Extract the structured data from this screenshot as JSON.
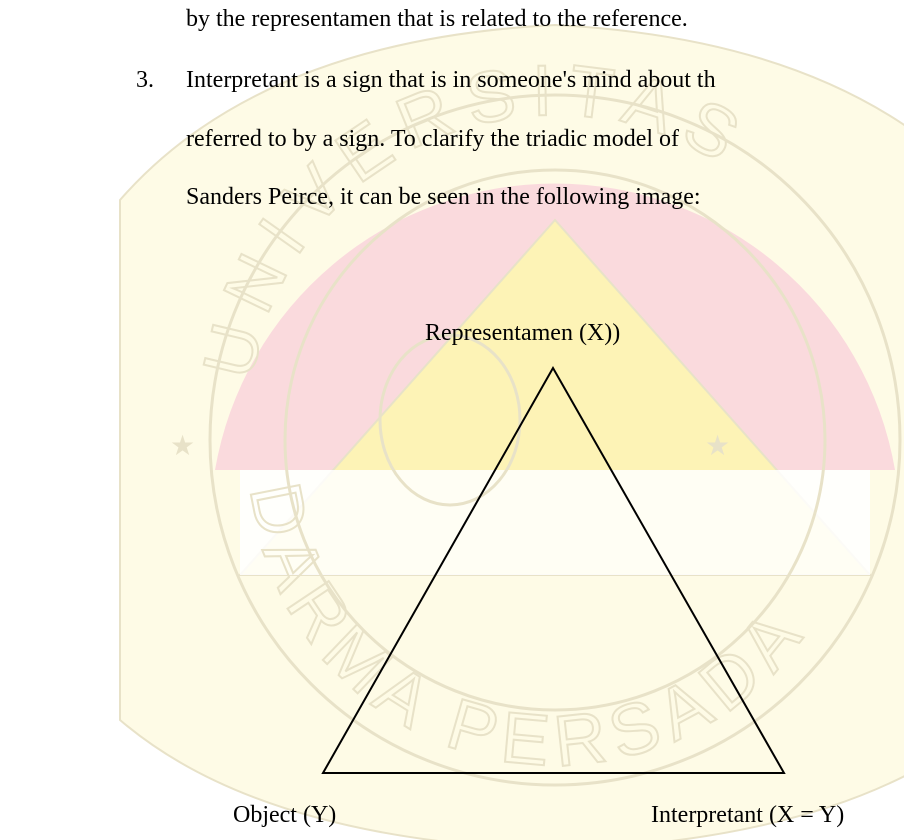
{
  "paragraph": {
    "line_1": "by the representamen that is related to the reference.",
    "item_number": "3.",
    "line_2": "Interpretant is a sign that is in someone's mind about th",
    "line_3": "referred to by a sign. To clarify the triadic model of",
    "line_4": "Sanders Peirce, it can be seen in the following image:"
  },
  "diagram": {
    "top_label": "Representamen (X))",
    "bottom_left_label": "Object (Y)",
    "bottom_right_label": "Interpretant (X = Y)"
  },
  "watermark": {
    "top_arc_text": "UNIVERSITAS",
    "bottom_arc_text": "DARMA PERSADA",
    "colors": {
      "yellow": "#fdf3b6",
      "pink": "#fadadd",
      "outline": "#e8e2c8"
    }
  }
}
